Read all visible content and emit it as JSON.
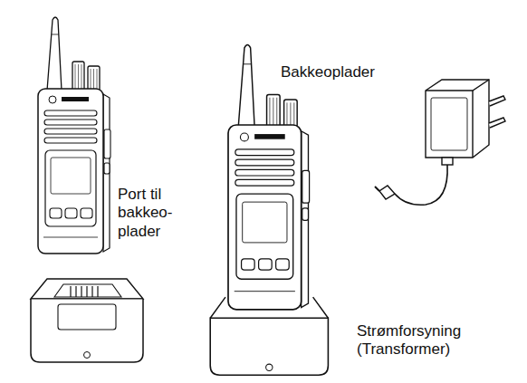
{
  "diagram": {
    "labels": [
      "Port til bakkeo- plader",
      "Bakkeoplader",
      "Strømforsyning (Transformer)"
    ]
  }
}
